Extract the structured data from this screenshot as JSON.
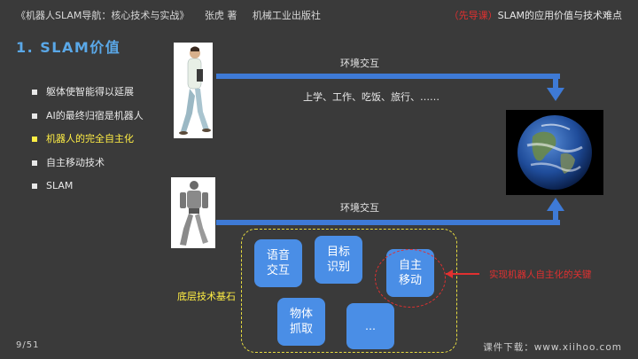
{
  "header": {
    "book_title": "《机器人SLAM导航：核心技术与实战》",
    "author": "张虎 著",
    "publisher": "机械工业出版社",
    "course_tag": "（先导课）",
    "course_title": "SLAM的应用价值与技术难点"
  },
  "slide": {
    "title": "1. SLAM价值",
    "bullets": [
      {
        "text": "躯体使智能得以延展",
        "highlighted": false
      },
      {
        "text": "AI的最终归宿是机器人",
        "highlighted": false
      },
      {
        "text": "机器人的完全自主化",
        "highlighted": true
      },
      {
        "text": "自主移动技术",
        "highlighted": false
      },
      {
        "text": "SLAM",
        "highlighted": false
      }
    ],
    "env_label_top": "环境交互",
    "activities": "上学、工作、吃饭、旅行、……",
    "env_label_bottom": "环境交互",
    "base_label": "底层技术基石",
    "tiles": {
      "voice": [
        "语音",
        "交互"
      ],
      "target": [
        "目标",
        "识别"
      ],
      "move": [
        "自主",
        "移动"
      ],
      "grab": [
        "物体",
        "抓取"
      ],
      "more": "…"
    },
    "key_label": "实现机器人自主化的关键"
  },
  "footer": {
    "page": "9/51",
    "download": "课件下载：www.xiihoo.com"
  },
  "colors": {
    "background": "#3a3a3a",
    "title": "#5aa8e8",
    "arrow": "#3e7ad6",
    "tile": "#4a8ee6",
    "highlight": "#ffee44",
    "accent_red": "#e03030"
  }
}
